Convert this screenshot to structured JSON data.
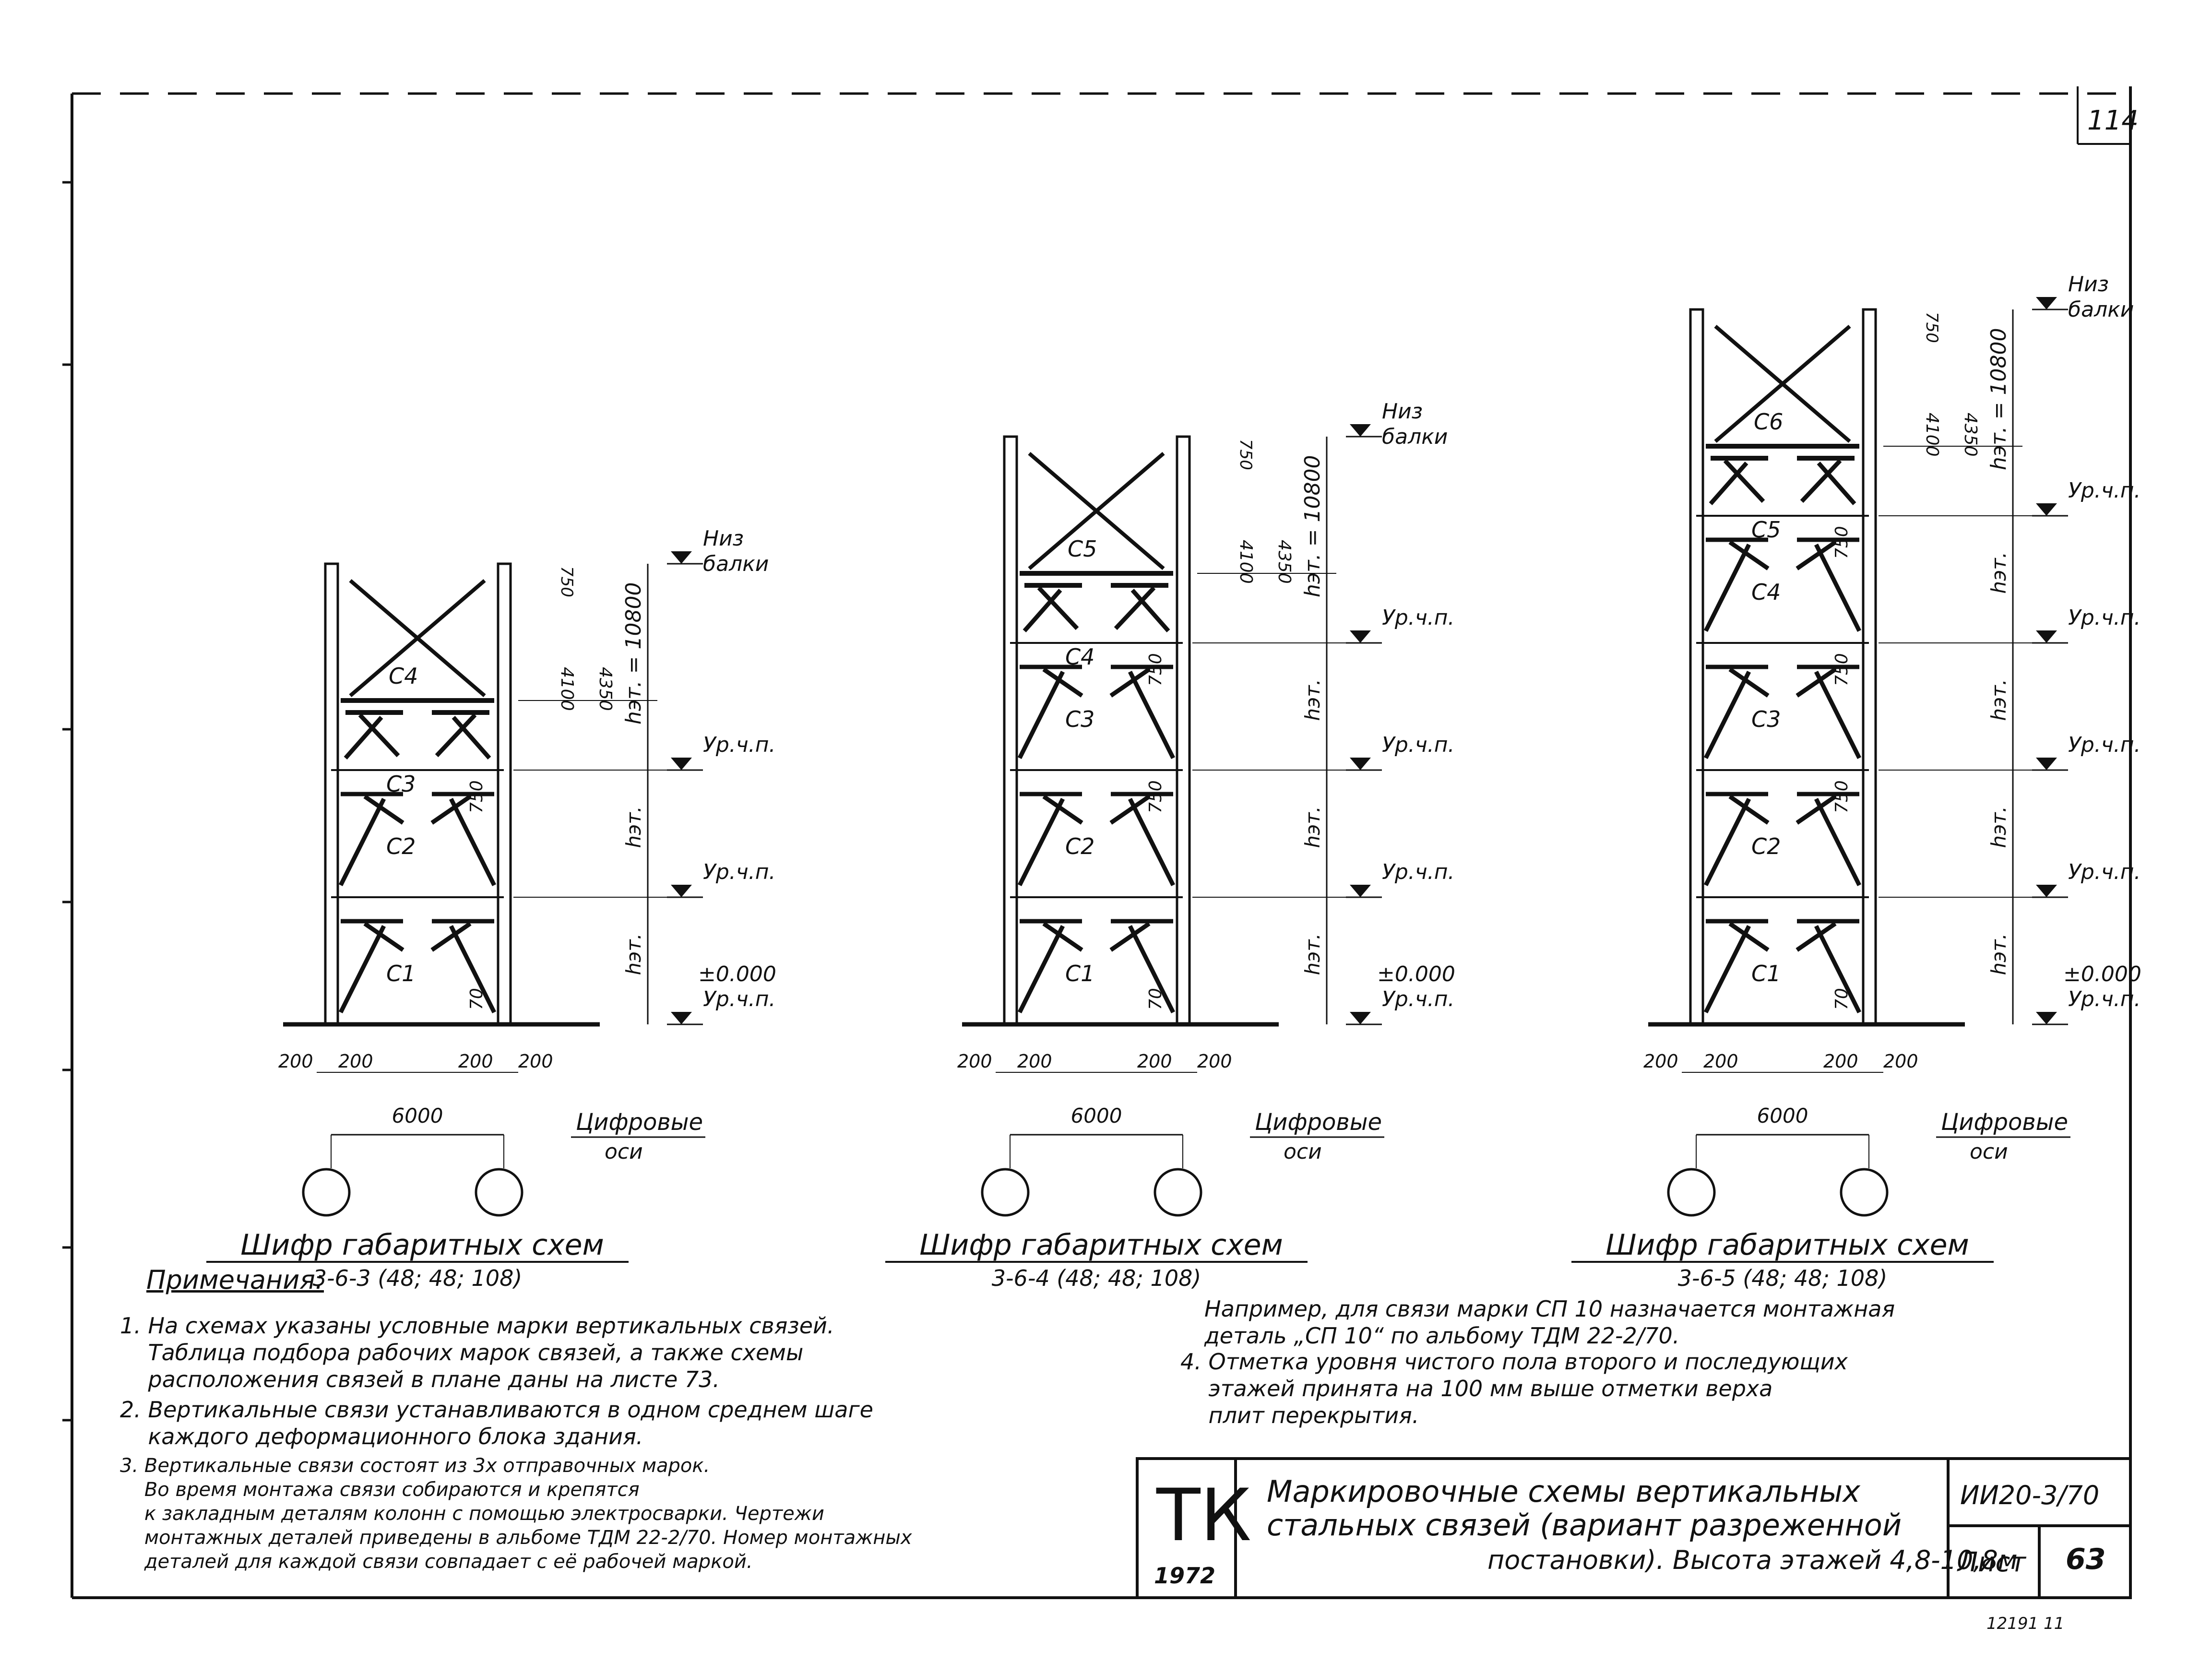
{
  "sheet": {
    "corner_number": "114",
    "bottom_right_fragment": "12191   11"
  },
  "labels": {
    "niz": "Низ",
    "balki": "балки",
    "ur_cp": "Ур.ч.п.",
    "zero": "±0.000",
    "h_floor": "hэт.",
    "h_top": "hэт. = 10800",
    "d_4100": "4100",
    "d_4350": "4350",
    "d_750": "750",
    "d_70": "70",
    "d_200": "200",
    "d_6000": "6000",
    "axes_1": "Цифровые",
    "axes_2": "оси",
    "cipher_title": "Шифр габаритных схем"
  },
  "schemes": [
    {
      "code": "3-6-3 (48; 48; 108)",
      "braces": [
        "С1",
        "С2",
        "С3",
        "С4"
      ]
    },
    {
      "code": "3-6-4 (48; 48; 108)",
      "braces": [
        "С1",
        "С2",
        "С3",
        "С4",
        "С5"
      ]
    },
    {
      "code": "3-6-5 (48; 48; 108)",
      "braces": [
        "С1",
        "С2",
        "С3",
        "С4",
        "С5",
        "С6"
      ]
    }
  ],
  "notes": {
    "heading": "Примечания:",
    "n1": "1. На схемах указаны условные марки вертикальных связей.\n    Таблица подбора рабочих марок связей, а также схемы\n    расположения связей в плане даны на листе 73.",
    "n2": "2. Вертикальные связи устанавливаются в одном среднем шаге\n    каждого деформационного блока здания.",
    "n3": "3. Вертикальные связи состоят из 3х отправочных марок.\n    Во время монтажа связи собираются и крепятся\n    к закладным деталям колонн с помощью электросварки. Чертежи\n    монтажных деталей приведены в альбоме ТДМ 22-2/70. Номер монтажных\n    деталей для каждой связи совпадает с её рабочей маркой.",
    "example": "Например, для связи марки СП 10 назначается монтажная\nдеталь „СП 10“ по альбому ТДМ 22-2/70.",
    "n4": "4. Отметка уровня чистого пола второго и последующих\n    этажей принята на 100 мм выше отметки верха\n    плит перекрытия."
  },
  "title_block": {
    "mark": "ТК",
    "year": "1972",
    "title_line1": "Маркировочные схемы вертикальных",
    "title_line2": "стальных связей (вариант разреженной",
    "title_line3": "постановки). Высота этажей 4,8-10,8м",
    "doc_code": "ИИ20-3/70",
    "sheet_label": "Лист",
    "sheet_no": "63"
  }
}
